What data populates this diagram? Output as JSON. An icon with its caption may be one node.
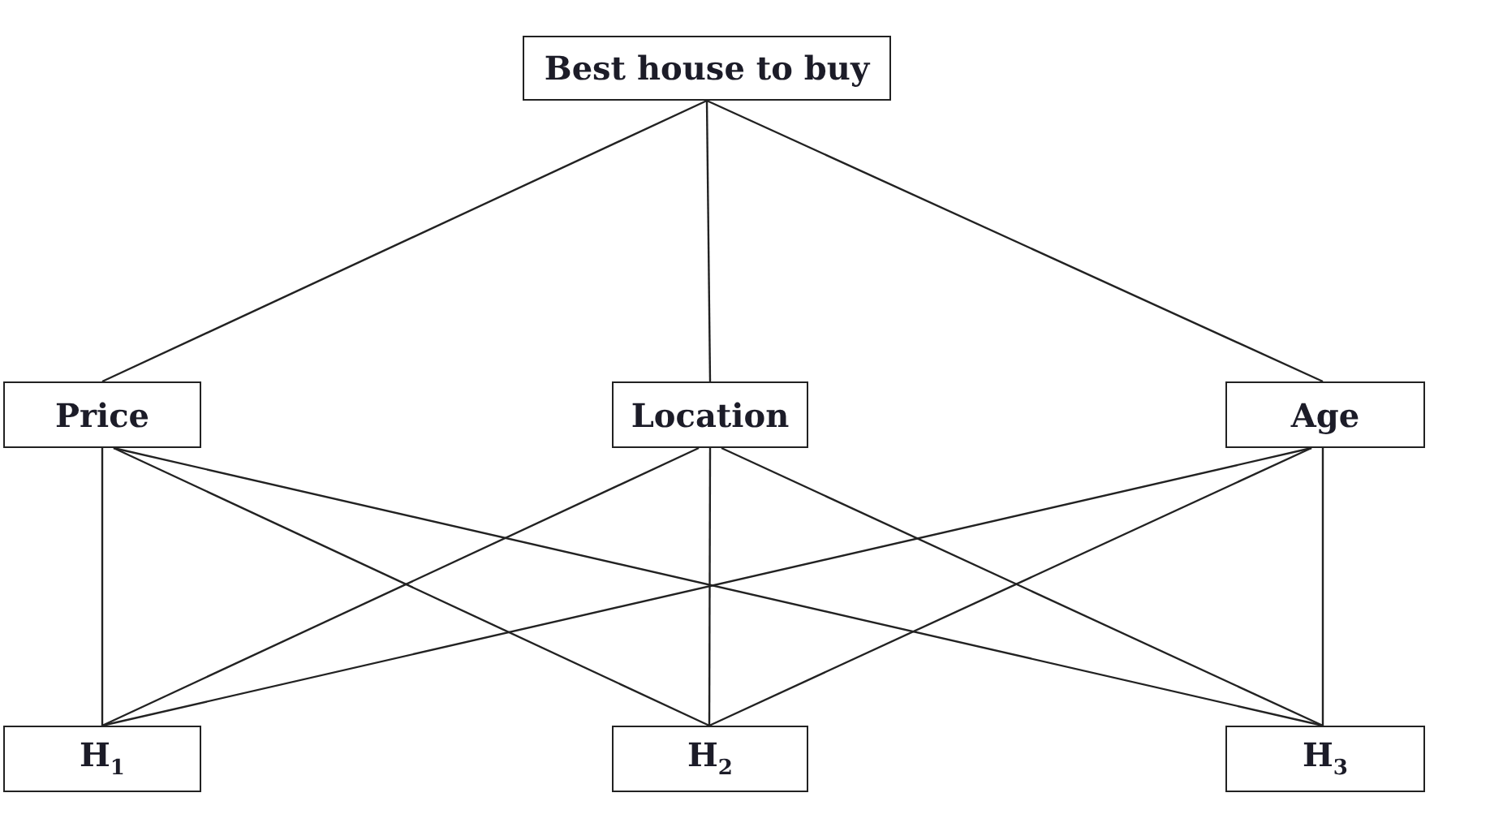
{
  "diagram": {
    "nodes": [
      {
        "text": [
          "Best house to buy"
        ]
      },
      {
        "text": [
          "Price"
        ]
      },
      {
        "text": [
          "Location"
        ]
      },
      {
        "text": [
          "Age"
        ]
      },
      {
        "text": [
          "H$_{1}$"
        ]
      },
      {
        "text": [
          "H$_{2}$"
        ]
      },
      {
        "text": [
          "H$_{3}$"
        ]
      }
    ],
    "edges": [
      {
        "from": 0,
        "to": 1,
        "arrow": "none"
      },
      {
        "from": 0,
        "to": 2,
        "arrow": "none"
      },
      {
        "from": 0,
        "to": 3,
        "arrow": "none"
      },
      {
        "from": 1,
        "to": 4,
        "arrow": "none"
      },
      {
        "from": 1,
        "to": 5,
        "arrow": "none"
      },
      {
        "from": 1,
        "to": 6,
        "arrow": "none"
      },
      {
        "from": 2,
        "to": 4,
        "arrow": "none"
      },
      {
        "from": 2,
        "to": 5,
        "arrow": "none"
      },
      {
        "from": 2,
        "to": 6,
        "arrow": "none"
      },
      {
        "from": 3,
        "to": 4,
        "arrow": "none"
      },
      {
        "from": 3,
        "to": 5,
        "arrow": "none"
      },
      {
        "from": 3,
        "to": 6,
        "arrow": "none"
      }
    ]
  }
}
